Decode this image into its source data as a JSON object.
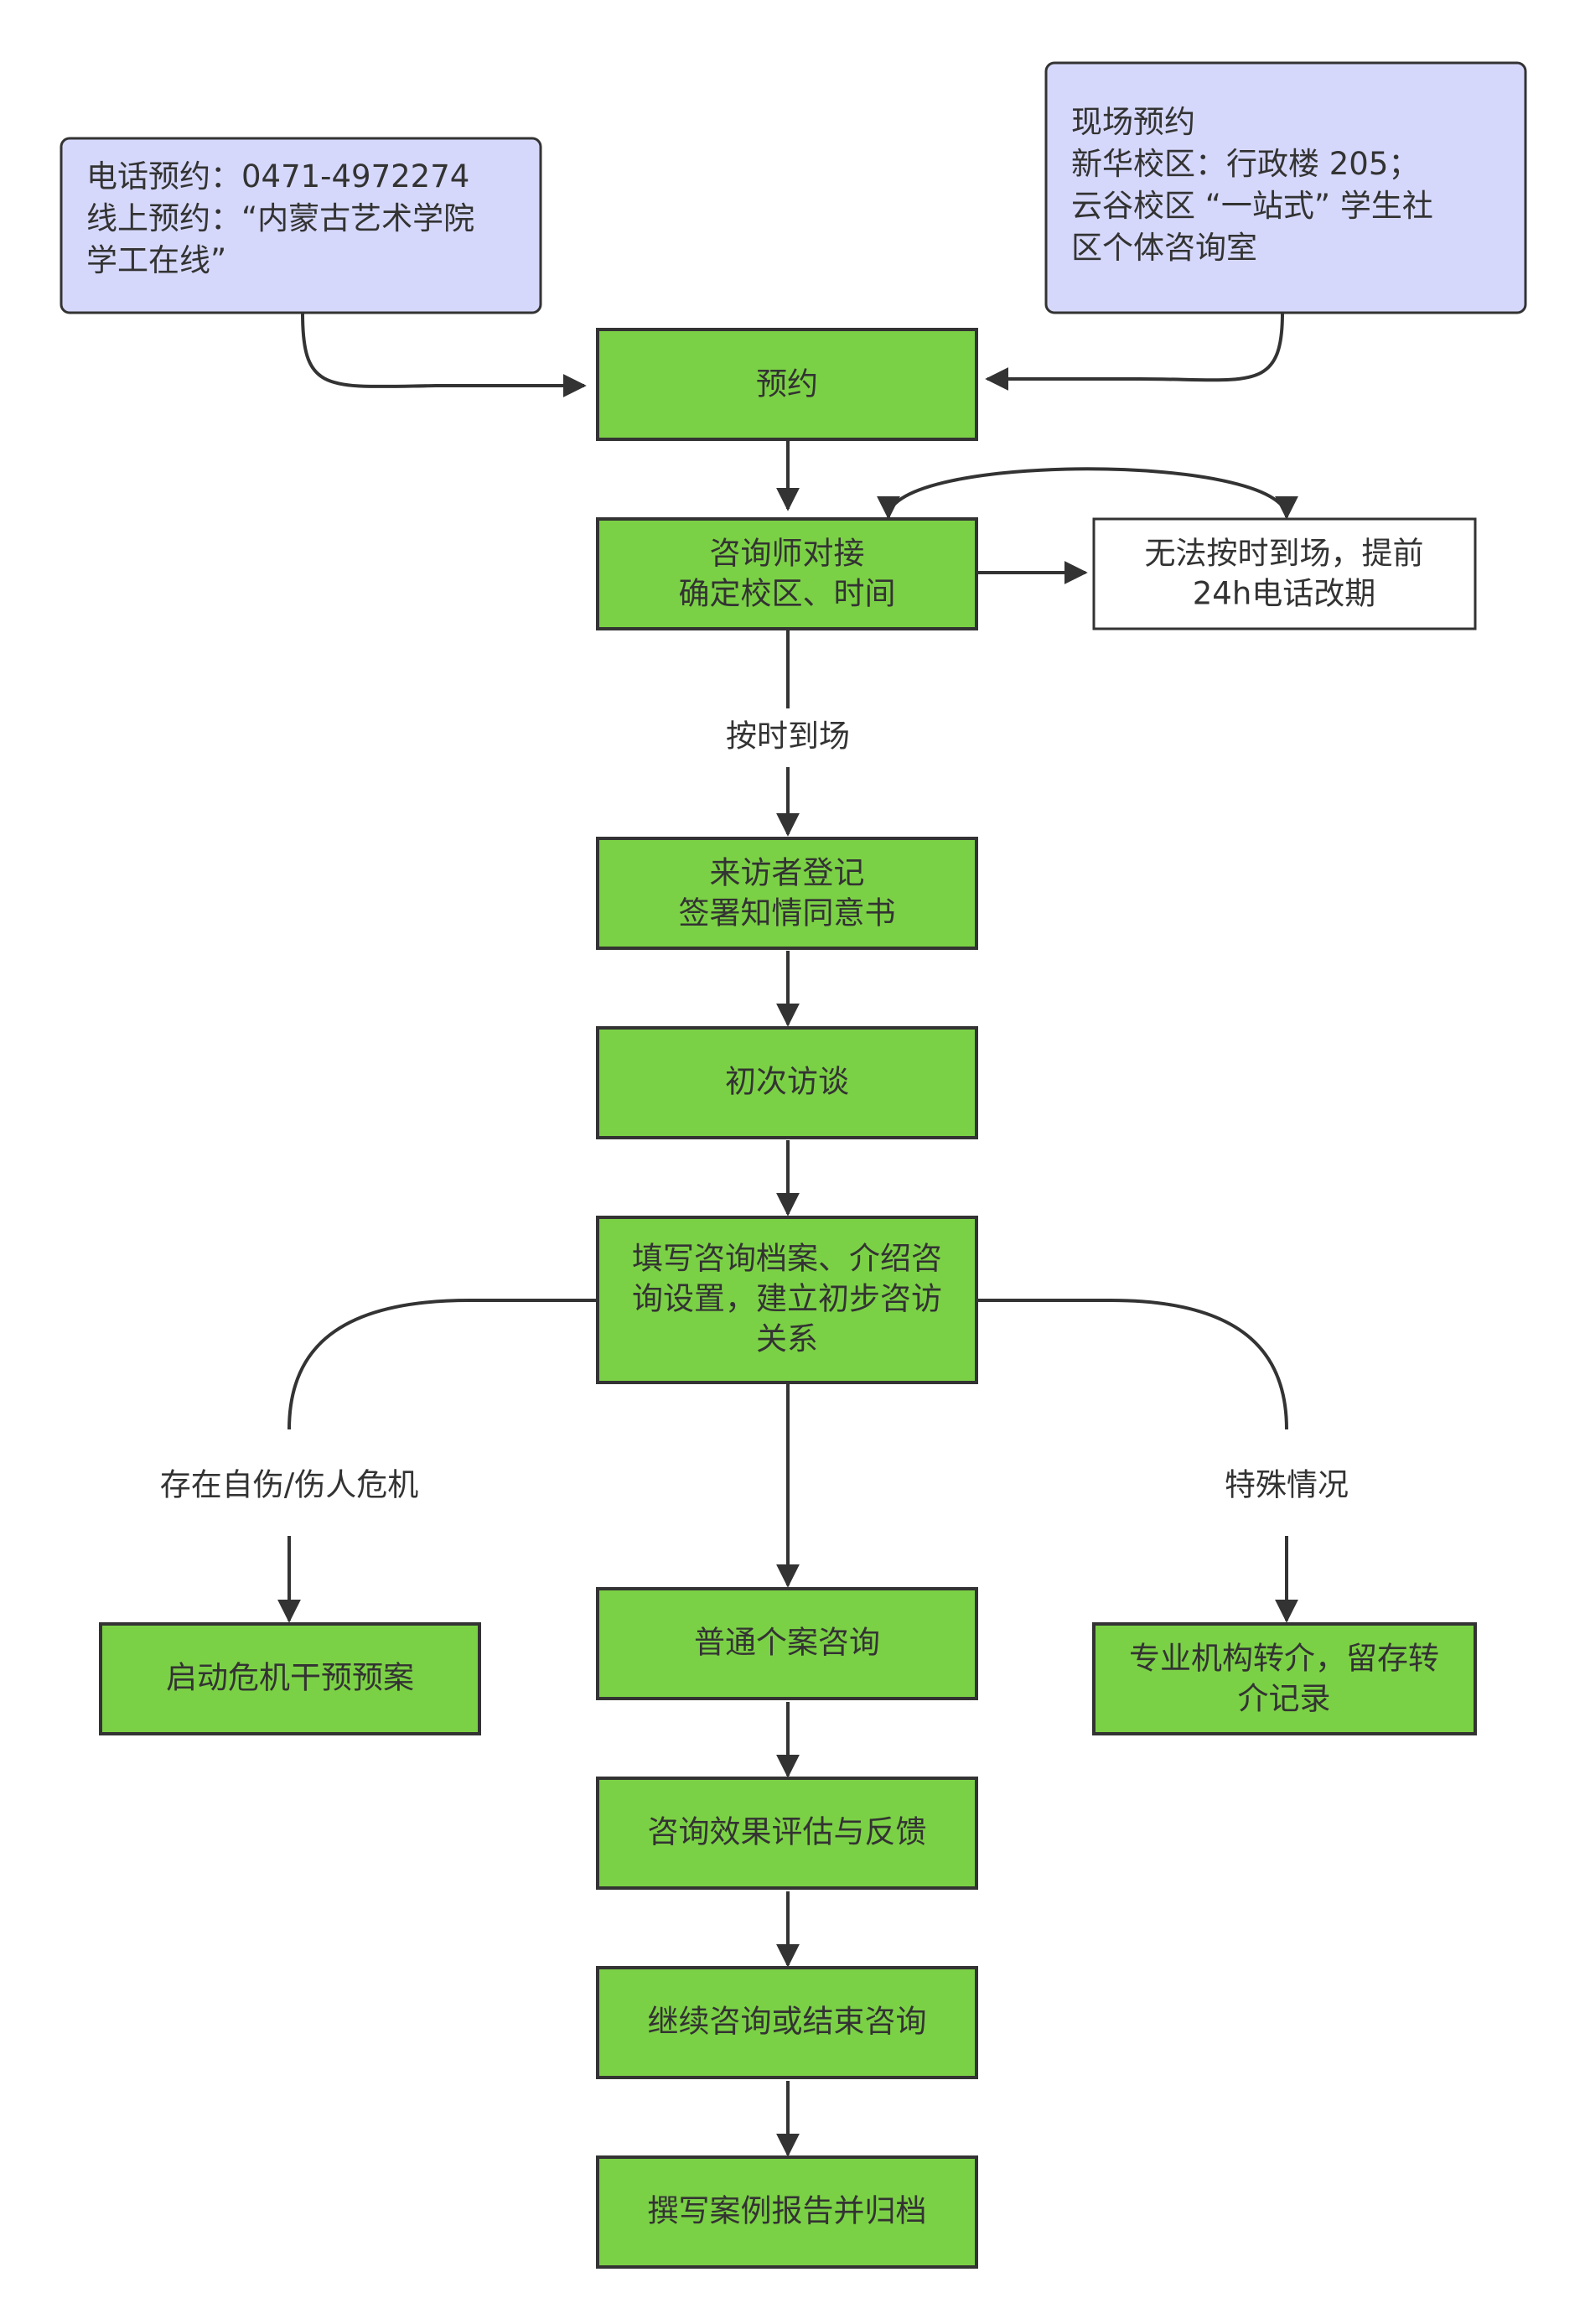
{
  "colors": {
    "process_fill": "#7bd145",
    "note_fill": "#d6d8fb",
    "stroke": "#333333"
  },
  "nodes": {
    "phone_booking": {
      "lines": [
        "电话预约：0471-4972274",
        "线上预约：“内蒙古艺术学院",
        "学工在线”"
      ]
    },
    "onsite_booking": {
      "lines": [
        "现场预约",
        "新华校区：行政楼 205；",
        "云谷校区 “一站式” 学生社",
        "区个体咨询室"
      ]
    },
    "booking": {
      "lines": [
        "预约"
      ]
    },
    "counselor_match": {
      "lines": [
        "咨询师对接",
        "确定校区、时间"
      ]
    },
    "reschedule": {
      "lines": [
        "无法按时到场，提前",
        "24h电话改期"
      ]
    },
    "registration": {
      "lines": [
        "来访者登记",
        "签署知情同意书"
      ]
    },
    "first_interview": {
      "lines": [
        "初次访谈"
      ]
    },
    "record_setup": {
      "lines": [
        "填写咨询档案、介绍咨",
        "询设置，建立初步咨访",
        "关系"
      ]
    },
    "crisis_plan": {
      "lines": [
        "启动危机干预预案"
      ]
    },
    "general_counseling": {
      "lines": [
        "普通个案咨询"
      ]
    },
    "referral": {
      "lines": [
        "专业机构转介，留存转",
        "介记录"
      ]
    },
    "evaluation": {
      "lines": [
        "咨询效果评估与反馈"
      ]
    },
    "continue_or_end": {
      "lines": [
        "继续咨询或结束咨询"
      ]
    },
    "report_archive": {
      "lines": [
        "撰写案例报告并归档"
      ]
    }
  },
  "edge_labels": {
    "on_time": "按时到场",
    "crisis": "存在自伤/伤人危机",
    "special": "特殊情况"
  }
}
